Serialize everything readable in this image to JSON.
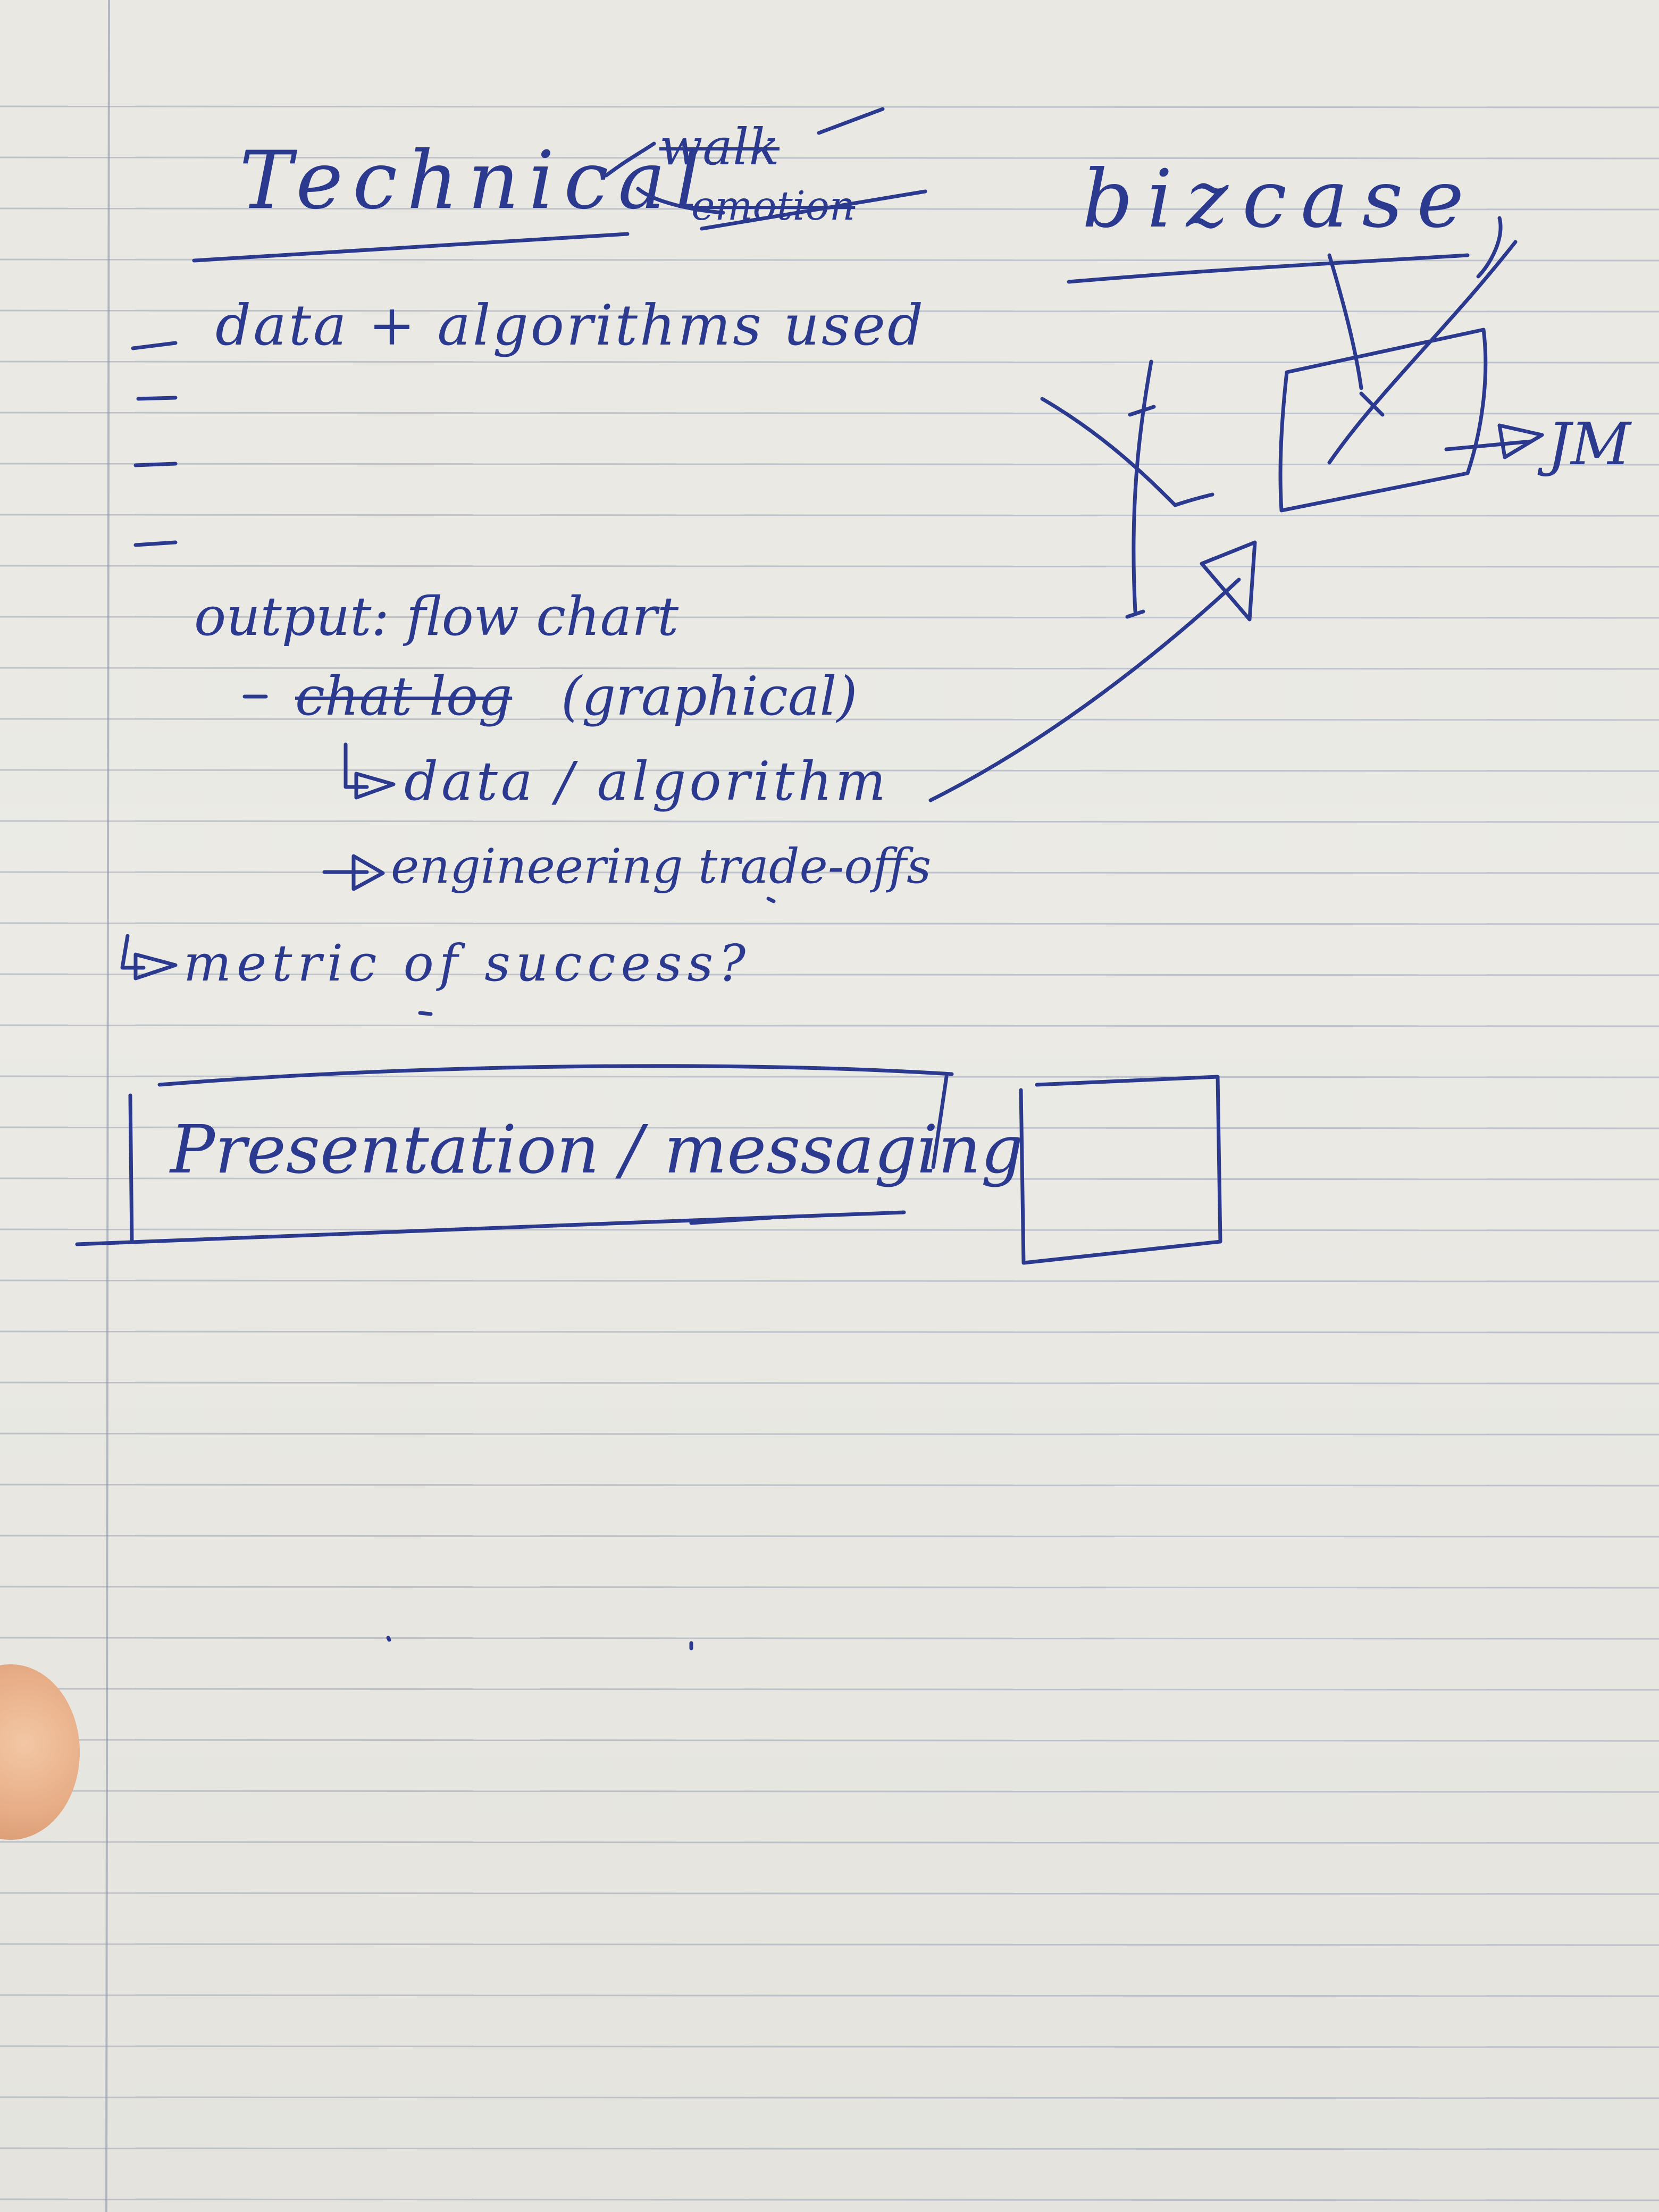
{
  "note": {
    "heading_left": "Technical",
    "crossed_out_walk": "walk",
    "crossed_out_emotion": "emotion",
    "heading_right": "bizcase",
    "bullet_1": "data + algorithms used",
    "output_line": "output: flow chart",
    "chat_log_struck": "chat log",
    "graphical": "(graphical)",
    "data_algorithm": "data / algorithm",
    "engineering": "engineering trade-offs",
    "metric": "metric of success?",
    "jm_label": "JM",
    "presentation_box": "Presentation / messaging"
  },
  "colors": {
    "ink": "#2b3a8f",
    "rule": "#9aa3b8",
    "paper": "#ebeae5"
  }
}
